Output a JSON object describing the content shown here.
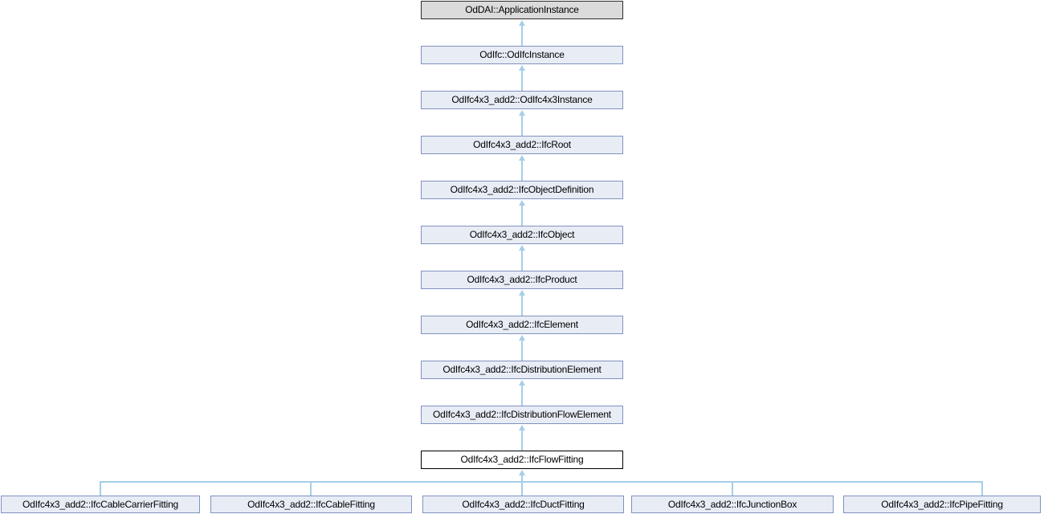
{
  "graph": {
    "type": "class-inheritance-diagram",
    "chain": [
      {
        "label": "OdDAI::ApplicationInstance",
        "style": "external"
      },
      {
        "label": "OdIfc::OdIfcInstance",
        "style": "class"
      },
      {
        "label": "OdIfc4x3_add2::OdIfc4x3Instance",
        "style": "class"
      },
      {
        "label": "OdIfc4x3_add2::IfcRoot",
        "style": "class"
      },
      {
        "label": "OdIfc4x3_add2::IfcObjectDefinition",
        "style": "class"
      },
      {
        "label": "OdIfc4x3_add2::IfcObject",
        "style": "class"
      },
      {
        "label": "OdIfc4x3_add2::IfcProduct",
        "style": "class"
      },
      {
        "label": "OdIfc4x3_add2::IfcElement",
        "style": "class"
      },
      {
        "label": "OdIfc4x3_add2::IfcDistributionElement",
        "style": "class"
      },
      {
        "label": "OdIfc4x3_add2::IfcDistributionFlowElement",
        "style": "class"
      },
      {
        "label": "OdIfc4x3_add2::IfcFlowFitting",
        "style": "current"
      }
    ],
    "children": [
      {
        "label": "OdIfc4x3_add2::IfcCableCarrierFitting"
      },
      {
        "label": "OdIfc4x3_add2::IfcCableFitting"
      },
      {
        "label": "OdIfc4x3_add2::IfcDuctFitting"
      },
      {
        "label": "OdIfc4x3_add2::IfcJunctionBox"
      },
      {
        "label": "OdIfc4x3_add2::IfcPipeFitting"
      }
    ],
    "colors": {
      "edge": "#A6CEE8",
      "node_border": "#8092C0",
      "node_fill": "#E8ECF5",
      "external_fill": "#DBDBDB",
      "external_border": "#2B2B2B",
      "current_border": "#000000",
      "text": "#000000"
    }
  }
}
